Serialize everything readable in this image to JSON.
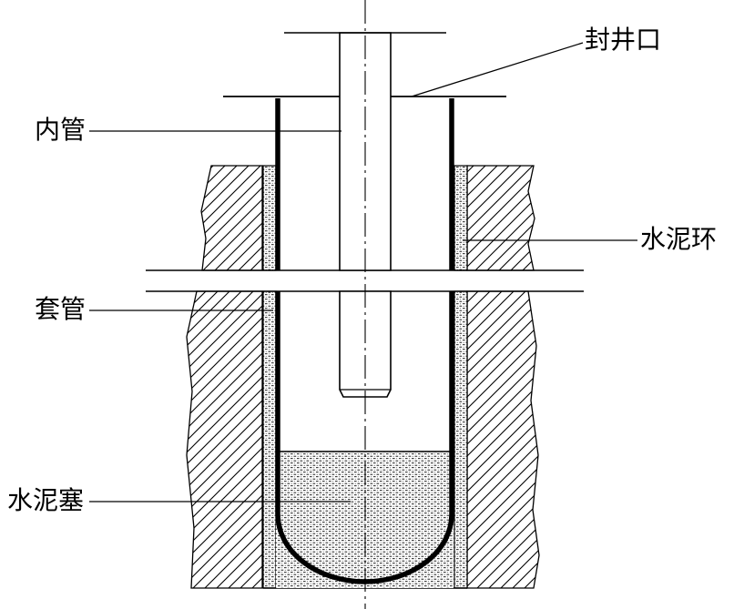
{
  "labels": {
    "wellhead_seal": "封井口",
    "inner_pipe": "内管",
    "cement_ring": "水泥环",
    "casing": "套管",
    "cement_plug": "水泥塞"
  },
  "colors": {
    "line": "#000000",
    "background": "#ffffff"
  }
}
